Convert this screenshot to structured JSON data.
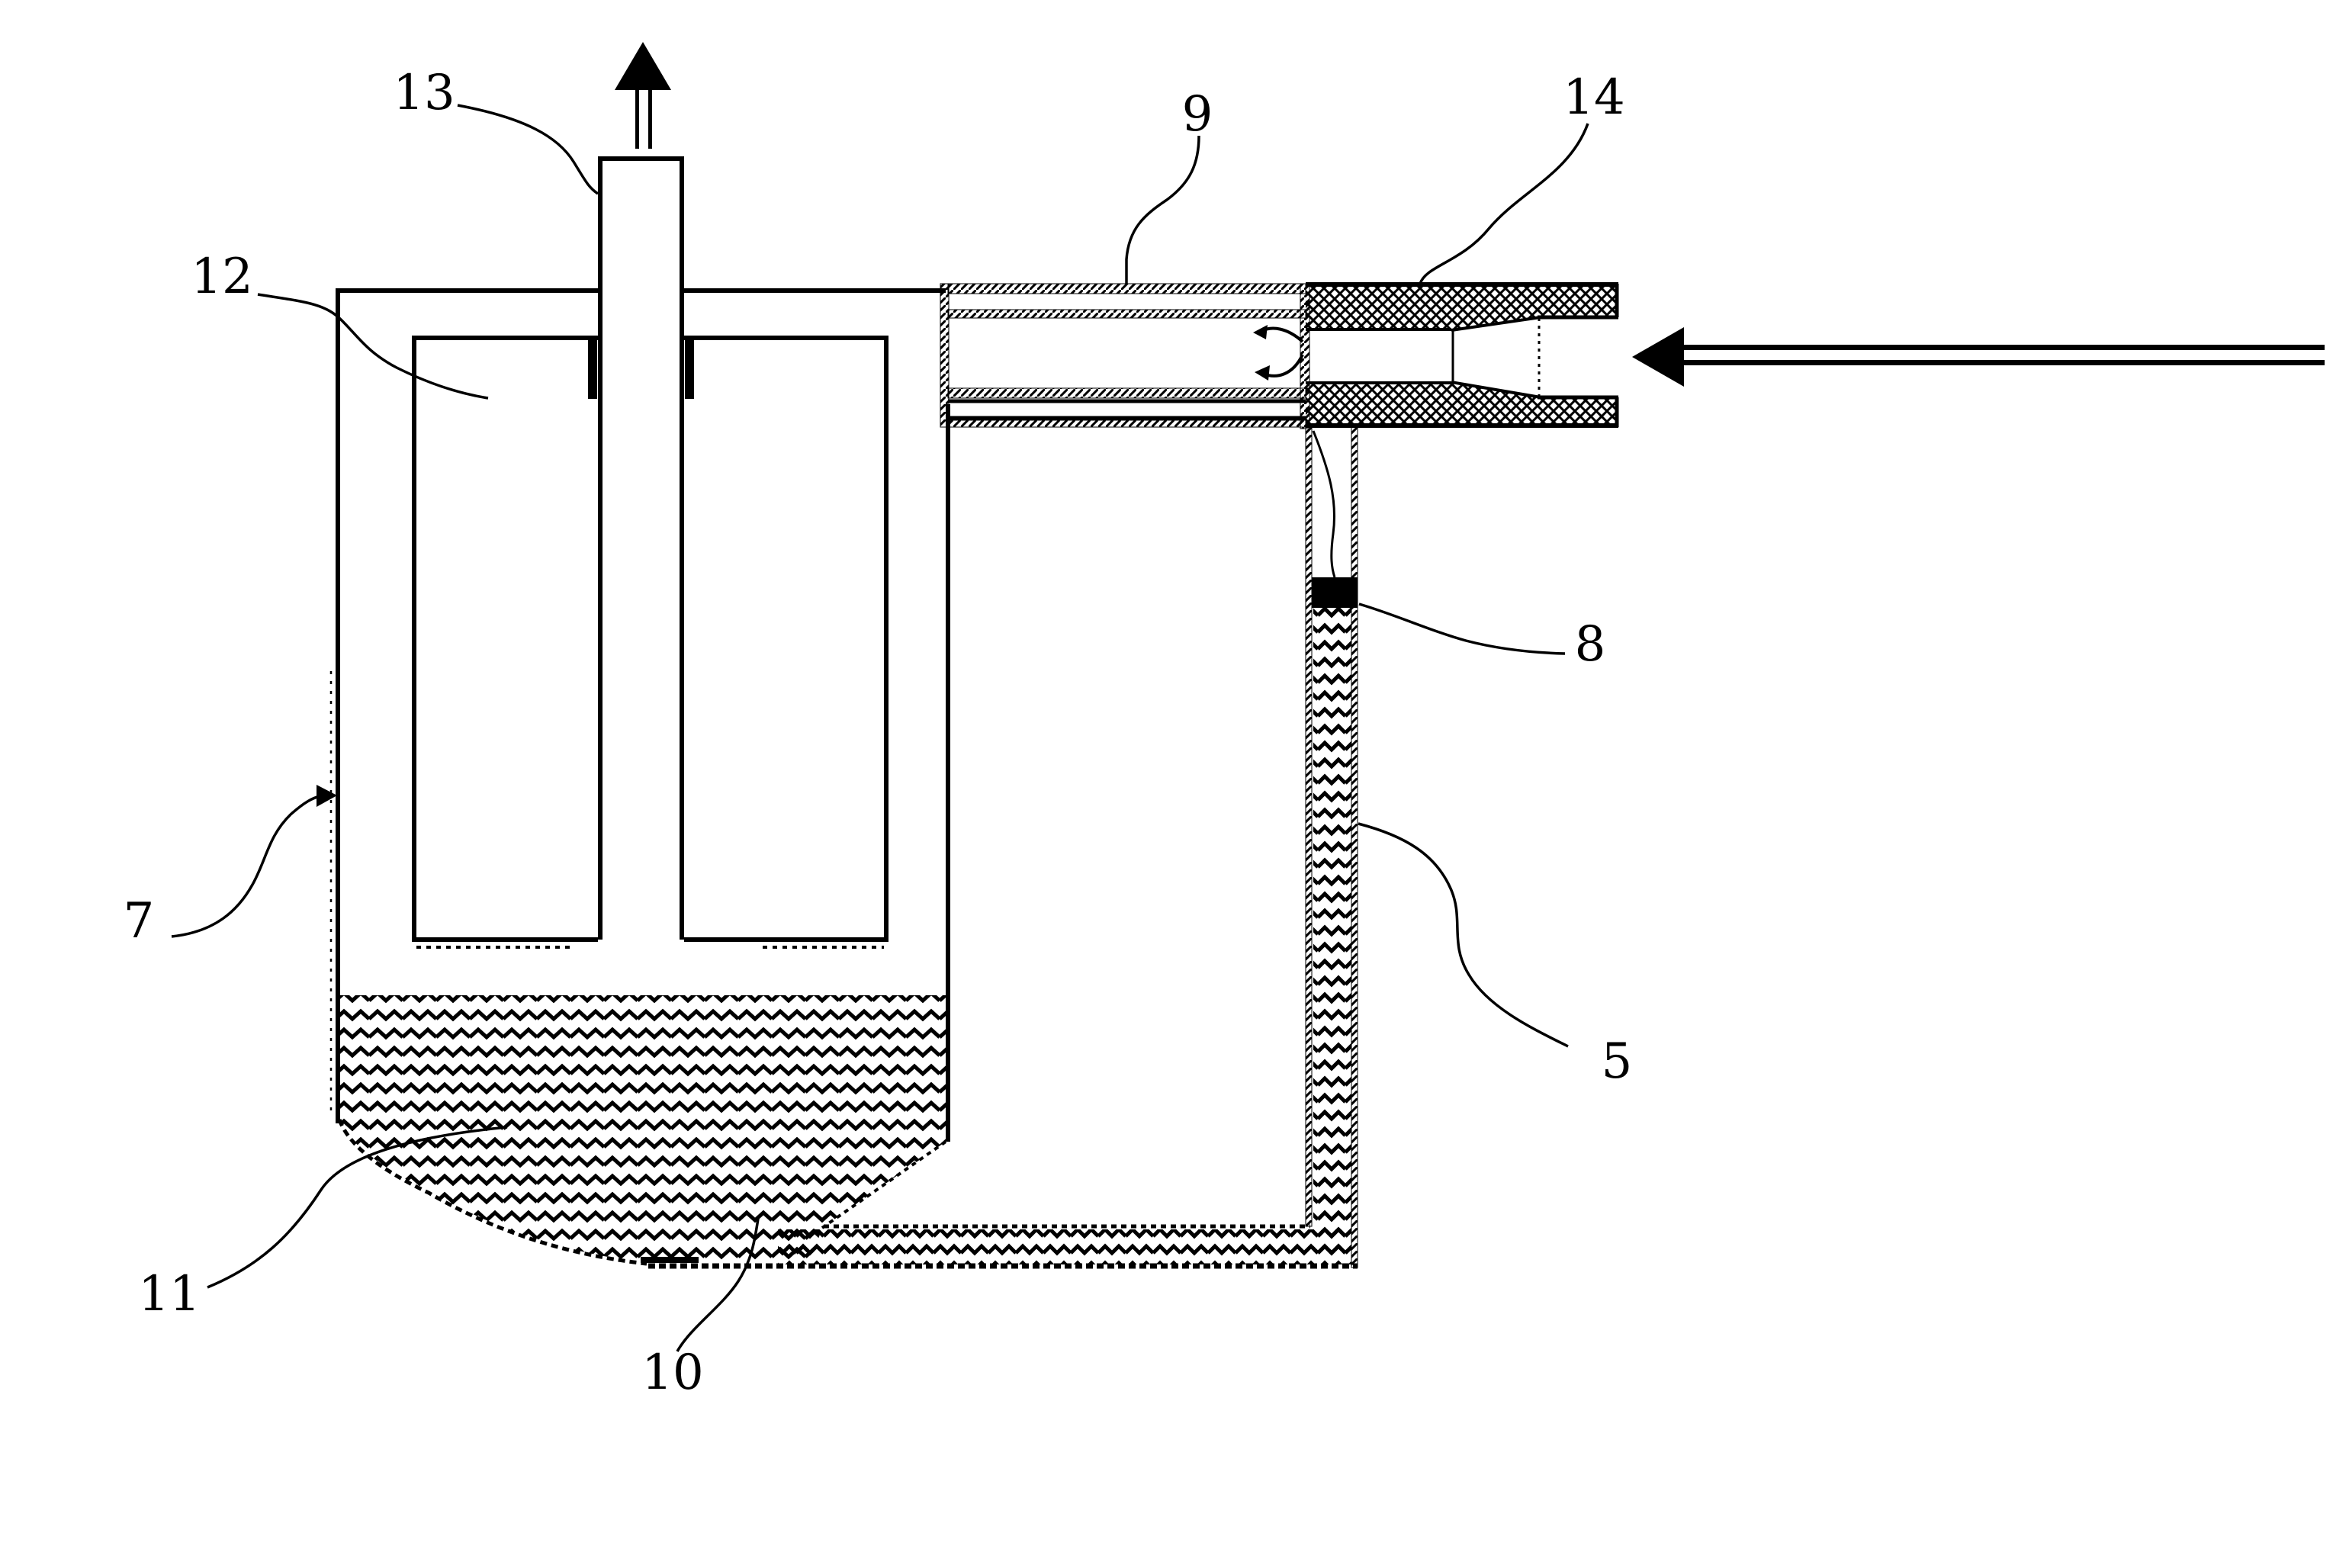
{
  "figure": {
    "kind": "patent-style technical line diagram (vessel with exhaust tube, venturi nozzle, recirculation pipes)",
    "colors": {
      "ink": "#000000",
      "background": "#ffffff"
    },
    "labels": {
      "l13": {
        "text": "13"
      },
      "l12": {
        "text": "12"
      },
      "l9": {
        "text": "9"
      },
      "l14": {
        "text": "14"
      },
      "l8": {
        "text": "8"
      },
      "l5": {
        "text": "5"
      },
      "l7": {
        "text": "7"
      },
      "l11": {
        "text": "11"
      },
      "l10": {
        "text": "10"
      }
    },
    "icons": {
      "exhaust_arrow": "up-arrow",
      "inlet_arrow": "left-double-line-arrow",
      "flow_arrow_upper": "curved-left-arrow",
      "flow_arrow_lower": "curved-left-arrow",
      "wall_pointer": "right-arrowhead"
    }
  }
}
